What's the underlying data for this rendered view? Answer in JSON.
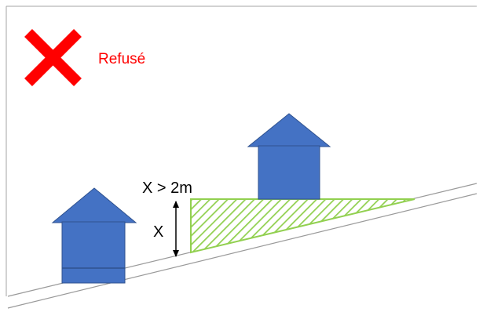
{
  "status": {
    "label": "Refusé",
    "icon": "cross-icon",
    "color": "#ff0000"
  },
  "dimension": {
    "condition_label": "X > 2m",
    "measure_label": "X"
  },
  "colors": {
    "house": "#4472c4",
    "house_outline": "#2f528f",
    "fill_zone": "#92d050"
  }
}
